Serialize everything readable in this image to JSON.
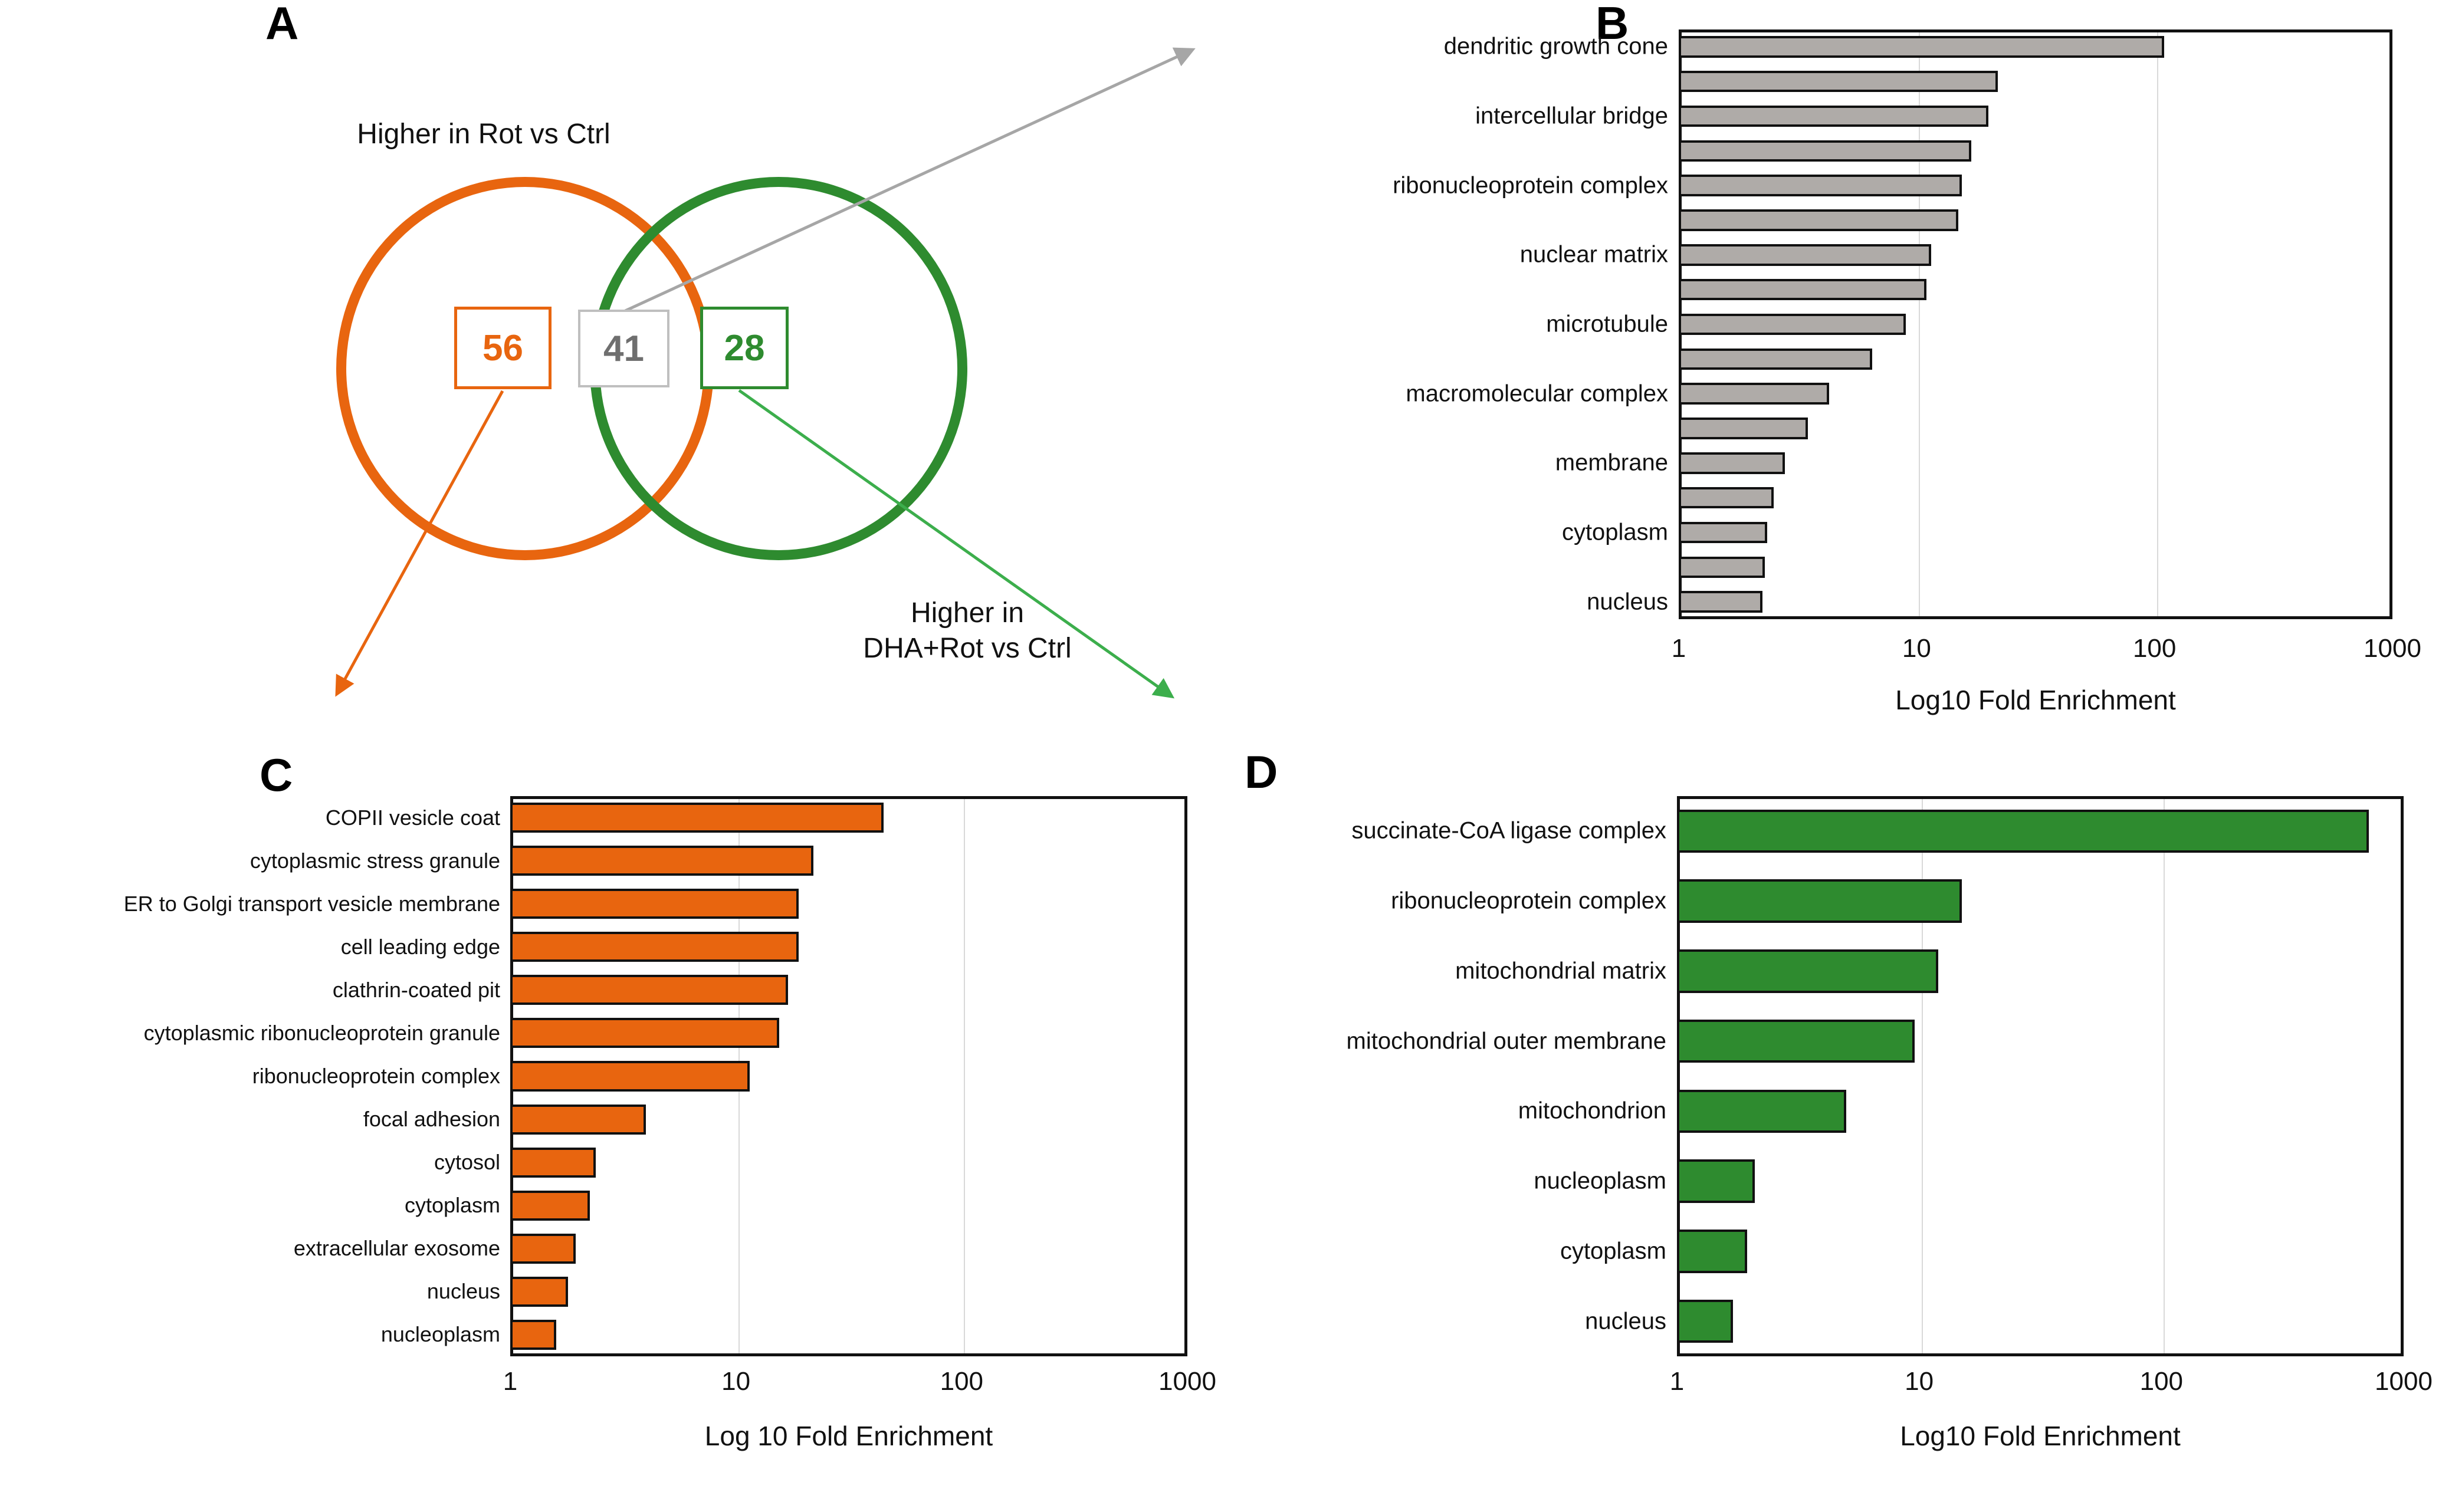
{
  "panels": {
    "a": {
      "letter": "A"
    },
    "b": {
      "letter": "B"
    },
    "c": {
      "letter": "C"
    },
    "d": {
      "letter": "D"
    }
  },
  "venn": {
    "title_left": "Higher in Rot vs Ctrl",
    "title_right": "Higher in\nDHA+Rot vs Ctrl",
    "title_right_line1": "Higher in",
    "title_right_line2": "DHA+Rot vs Ctrl",
    "count_left": "56",
    "count_intersection": "41",
    "count_right": "28",
    "colors": {
      "left": "#E8650F",
      "right": "#2E8B2F",
      "intersection": "#6F6F6F",
      "intersection_border": "#BFBFBF"
    }
  },
  "chart_data": [
    {
      "panel": "B",
      "type": "bar",
      "orientation": "horizontal",
      "title": "",
      "xlabel": "Log10 Fold Enrichment",
      "ylabel": "",
      "xscale": "log10",
      "xlim": [
        1,
        1000
      ],
      "xticks": [
        "1",
        "10",
        "100",
        "1000"
      ],
      "xtick_values": [
        1,
        10,
        100,
        1000
      ],
      "grid": true,
      "bar_color": "#AFABA8",
      "bar_edge_color": "#111111",
      "n_bars": 17,
      "note": "Only every other bar carries a category label in the figure",
      "categories": [
        "dendritic growth cone",
        "",
        "intercellular bridge",
        "",
        "ribonucleoprotein complex",
        "",
        "nuclear matrix",
        "",
        "microtubule",
        "",
        "macromolecular complex",
        "",
        "membrane",
        "",
        "cytoplasm",
        "",
        "nucleus"
      ],
      "values": [
        110,
        22,
        20,
        17,
        15.5,
        15,
        11.5,
        11,
        9,
        6.5,
        4.3,
        3.5,
        2.8,
        2.5,
        2.35,
        2.3,
        2.25
      ]
    },
    {
      "panel": "C",
      "type": "bar",
      "orientation": "horizontal",
      "title": "",
      "xlabel": "Log 10 Fold Enrichment",
      "ylabel": "",
      "xscale": "log10",
      "xlim": [
        1,
        1000
      ],
      "xticks": [
        "1",
        "10",
        "100",
        "1000"
      ],
      "xtick_values": [
        1,
        10,
        100,
        1000
      ],
      "grid": true,
      "bar_color": "#E8650F",
      "bar_edge_color": "#111111",
      "n_bars": 13,
      "categories": [
        "COPII vesicle coat",
        "cytoplasmic stress granule",
        "ER to Golgi transport vesicle membrane",
        "cell leading edge",
        "clathrin-coated pit",
        "cytoplasmic ribonucleoprotein granule",
        "ribonucleoprotein complex",
        "focal adhesion",
        "cytosol",
        "cytoplasm",
        "extracellular exosome",
        "nucleus",
        "nucleoplasm"
      ],
      "values": [
        45,
        22,
        19,
        19,
        17,
        15.5,
        11.5,
        4.0,
        2.4,
        2.25,
        1.95,
        1.8,
        1.6
      ]
    },
    {
      "panel": "D",
      "type": "bar",
      "orientation": "horizontal",
      "title": "",
      "xlabel": "Log10 Fold Enrichment",
      "ylabel": "",
      "xscale": "log10",
      "xlim": [
        1,
        1000
      ],
      "xticks": [
        "1",
        "10",
        "100",
        "1000"
      ],
      "xtick_values": [
        1,
        10,
        100,
        1000
      ],
      "grid": true,
      "bar_color": "#2E8B2F",
      "bar_edge_color": "#111111",
      "n_bars": 8,
      "categories": [
        "succinate-CoA ligase complex",
        "ribonucleoprotein complex",
        "mitochondrial matrix",
        "mitochondrial outer membrane",
        "mitochondrion",
        "nucleoplasm",
        "cytoplasm",
        "nucleus"
      ],
      "values": [
        720,
        15,
        12,
        9.6,
        5.0,
        2.1,
        1.95,
        1.7
      ]
    }
  ]
}
